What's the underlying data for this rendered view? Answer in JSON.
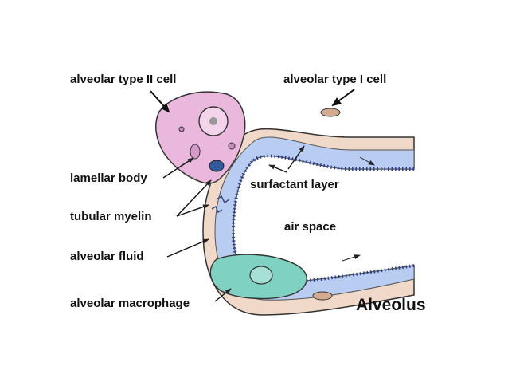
{
  "diagram": {
    "title": "Alveolus",
    "labels": {
      "type2": "alveolar type II cell",
      "type1": "alveolar type I cell",
      "lamellar": "lamellar body",
      "surfactant": "surfactant layer",
      "tubular": "tubular myelin",
      "airspace": "air space",
      "fluid": "alveolar fluid",
      "macrophage": "alveolar macrophage"
    },
    "colors": {
      "type2_cell": "#e9b8dc",
      "wall": "#f0d9c8",
      "fluid_layer": "#b9cdf3",
      "macrophage": "#7fd1c2",
      "outline": "#333333"
    }
  }
}
